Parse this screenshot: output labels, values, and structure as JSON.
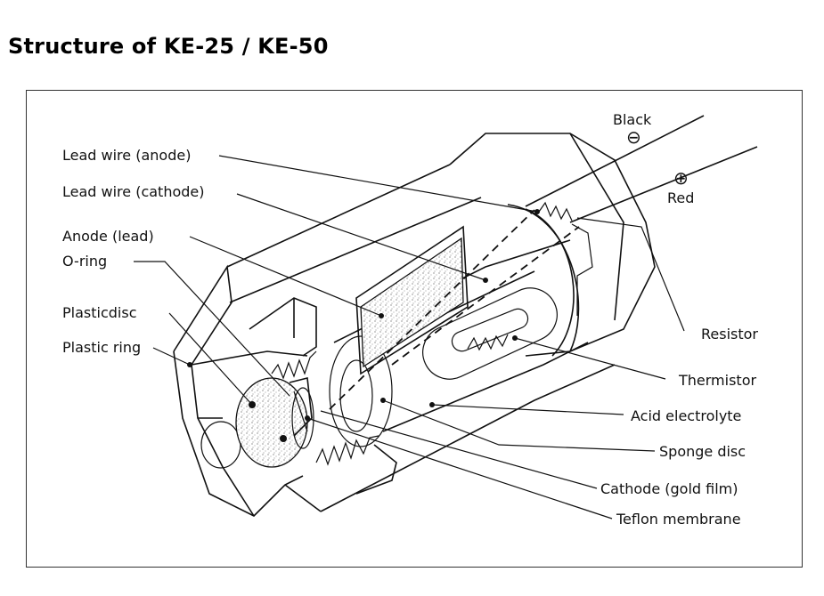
{
  "title": "Structure of KE-25 / KE-50",
  "labels": {
    "lead_wire_anode": "Lead wire (anode)",
    "lead_wire_cathode": "Lead wire (cathode)",
    "anode_lead": "Anode (lead)",
    "o_ring": "O-ring",
    "plastic_disc": "Plasticdisc",
    "plastic_ring": "Plastic ring",
    "black": "Black",
    "red": "Red",
    "resistor": "Resistor",
    "thermistor": "Thermistor",
    "acid_electrolyte": "Acid electrolyte",
    "sponge_disc": "Sponge disc",
    "cathode_gold_film": "Cathode (gold film)",
    "teflon_membrane": "Teflon membrane"
  },
  "symbols": {
    "minus": "⊖",
    "plus": "⊕"
  }
}
